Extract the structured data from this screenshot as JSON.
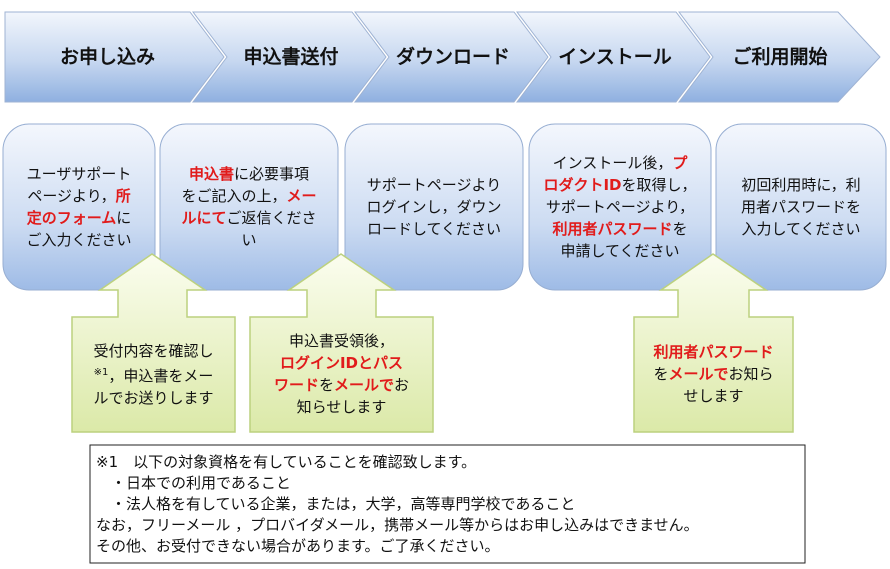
{
  "colors": {
    "accent_red": "#e11b1b",
    "blue_fill_light": "#eef3fb",
    "blue_fill_dark": "#9fbbe6",
    "blue_stroke": "#8da3c4",
    "green_fill_light": "#f9fbe9",
    "green_fill_dark": "#d7e6a2",
    "green_stroke": "#b9cf7a"
  },
  "steps": [
    {
      "label": "お申し込み"
    },
    {
      "label": "申込書送付"
    },
    {
      "label": "ダウンロード"
    },
    {
      "label": "インストール"
    },
    {
      "label": "ご利用開始"
    }
  ],
  "boxes": [
    {
      "lines": [
        [
          {
            "t": "ユーザサポート"
          }
        ],
        [
          {
            "t": "ページより，"
          },
          {
            "t": "所",
            "red": true
          }
        ],
        [
          {
            "t": "定のフォーム",
            "red": true
          },
          {
            "t": "に"
          }
        ],
        [
          {
            "t": "ご入力ください"
          }
        ]
      ]
    },
    {
      "lines": [
        [
          {
            "t": "申込書",
            "red": true
          },
          {
            "t": "に必要事項"
          }
        ],
        [
          {
            "t": "をご記入の上，"
          },
          {
            "t": "メー",
            "red": true
          }
        ],
        [
          {
            "t": "ルにて",
            "red": true
          },
          {
            "t": "ご返信くださ"
          }
        ],
        [
          {
            "t": "い"
          }
        ]
      ]
    },
    {
      "lines": [
        [
          {
            "t": "サポートページより"
          }
        ],
        [
          {
            "t": "ログインし，ダウン"
          }
        ],
        [
          {
            "t": "ロードしてください"
          }
        ]
      ]
    },
    {
      "lines": [
        [
          {
            "t": "インストール後，"
          },
          {
            "t": "プ",
            "red": true
          }
        ],
        [
          {
            "t": "ロダクトID",
            "red": true
          },
          {
            "t": "を取得し，"
          }
        ],
        [
          {
            "t": "サポートページより，"
          }
        ],
        [
          {
            "t": "利用者パスワード",
            "red": true
          },
          {
            "t": "を"
          }
        ],
        [
          {
            "t": "申請してください"
          }
        ]
      ]
    },
    {
      "lines": [
        [
          {
            "t": "初回利用時に，利"
          }
        ],
        [
          {
            "t": "用者パスワードを"
          }
        ],
        [
          {
            "t": "入力してください"
          }
        ]
      ]
    }
  ],
  "callouts": [
    {
      "lines": [
        [
          {
            "t": "受付内容を確認し"
          }
        ],
        [
          {
            "t": "※1",
            "sup": true
          },
          {
            "t": "，申込書をメー"
          }
        ],
        [
          {
            "t": "ルでお送りします"
          }
        ]
      ]
    },
    {
      "lines": [
        [
          {
            "t": "申込書受領後，"
          }
        ],
        [
          {
            "t": "ログインIDとパス",
            "red": true
          }
        ],
        [
          {
            "t": "ワード",
            "red": true
          },
          {
            "t": "を"
          },
          {
            "t": "メールで",
            "red": true
          },
          {
            "t": "お"
          }
        ],
        [
          {
            "t": "知らせします"
          }
        ]
      ]
    },
    {
      "lines": [
        [
          {
            "t": "利用者パスワード",
            "red": true
          }
        ],
        [
          {
            "t": "を"
          },
          {
            "t": "メールで",
            "red": true
          },
          {
            "t": "お知ら"
          }
        ],
        [
          {
            "t": "せします"
          }
        ]
      ]
    }
  ],
  "note": {
    "lines": [
      "※1　以下の対象資格を有していることを確認致します。",
      "　・日本での利用であること",
      "　・法人格を有している企業，または，大学，高等専門学校であること",
      "なお，フリーメール ，プロバイダメール，携帯メール等からはお申し込みはできません。",
      "その他、お受付できない場合があります。ご了承ください。"
    ]
  }
}
